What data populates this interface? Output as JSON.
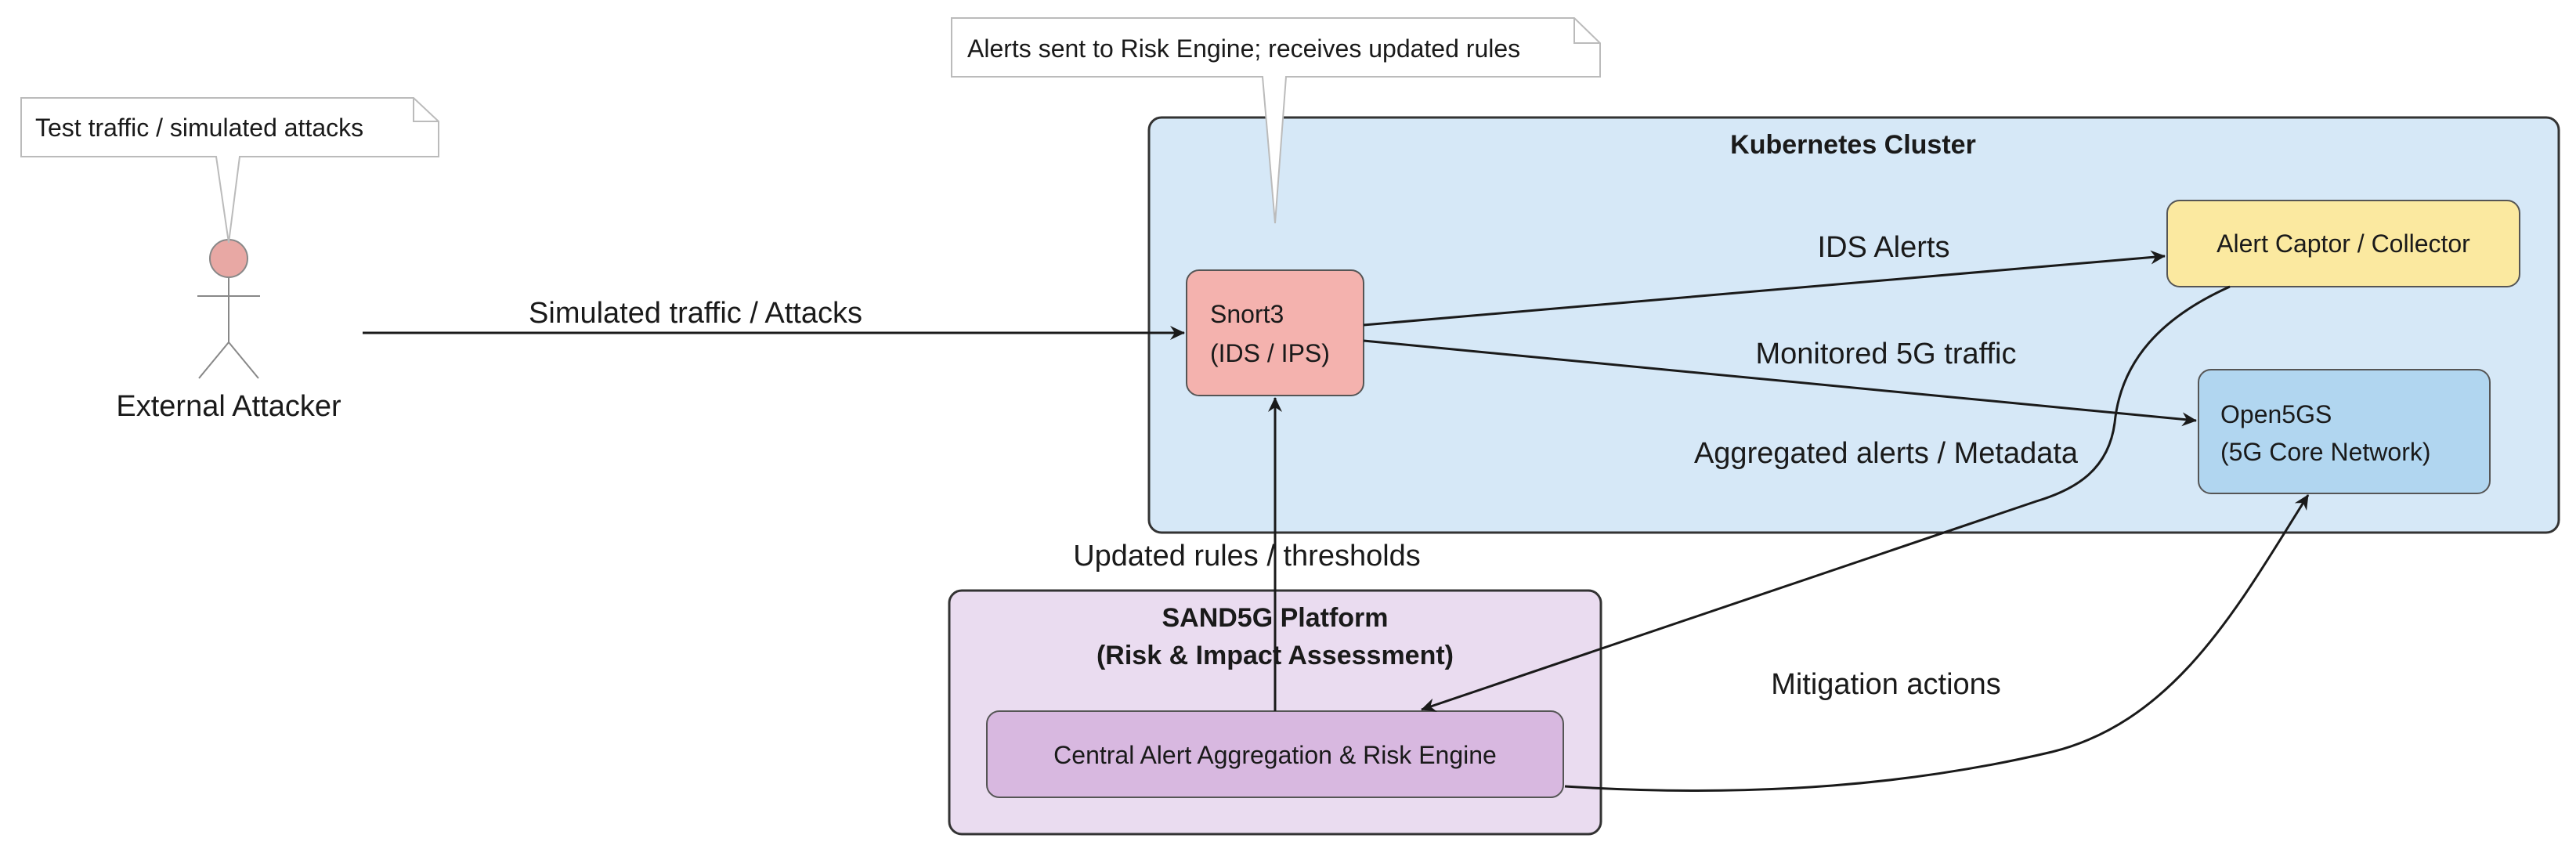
{
  "actor": {
    "label": "External Attacker",
    "note": "Test traffic / simulated attacks"
  },
  "snort": {
    "line1": "Snort3",
    "line2": "(IDS / IPS)",
    "note": "Alerts sent to Risk Engine; receives updated rules"
  },
  "cluster": {
    "title": "Kubernetes Cluster"
  },
  "collector": {
    "label": "Alert Captor / Collector"
  },
  "open5gs": {
    "line1": "Open5GS",
    "line2": "(5G Core Network)"
  },
  "platform": {
    "title_line1": "SAND5G Platform",
    "title_line2": "(Risk & Impact Assessment)"
  },
  "engine": {
    "label": "Central Alert Aggregation & Risk Engine"
  },
  "edges": {
    "simulated": "Simulated traffic / Attacks",
    "ids_alerts": "IDS Alerts",
    "monitored": "Monitored 5G traffic",
    "aggregated": "Aggregated alerts / Metadata",
    "updated_rules": "Updated rules / thresholds",
    "mitigation": "Mitigation actions"
  },
  "colors": {
    "cluster_fill": "#d6e8f7",
    "platform_fill": "#eadcf0",
    "snort_fill": "#f4b2ae",
    "collector_fill": "#fbe9a0",
    "open5gs_fill": "#b1d6f0",
    "engine_fill": "#d8b8e0",
    "actor_head": "#e8a8a4"
  }
}
